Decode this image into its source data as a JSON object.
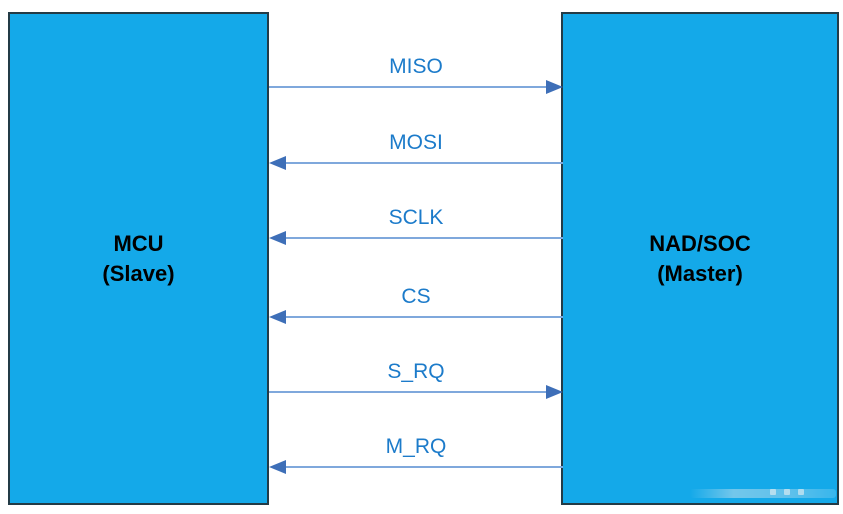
{
  "diagram": {
    "left_block": {
      "title": "MCU",
      "subtitle": "(Slave)"
    },
    "right_block": {
      "title": "NAD/SOC",
      "subtitle": "(Master)"
    },
    "signals": [
      {
        "label": "MISO",
        "direction": "slave-to-master"
      },
      {
        "label": "MOSI",
        "direction": "master-to-slave"
      },
      {
        "label": "SCLK",
        "direction": "master-to-slave"
      },
      {
        "label": "CS",
        "direction": "master-to-slave"
      },
      {
        "label": "S_RQ",
        "direction": "slave-to-master"
      },
      {
        "label": "M_RQ",
        "direction": "master-to-slave"
      }
    ],
    "colors": {
      "block_fill": "#14a9e9",
      "block_border": "#233b46",
      "block_text": "#000000",
      "arrow_shaft": "#7fa8dc",
      "arrow_head": "#3e6fb8",
      "signal_label": "#1c7bca",
      "background": "#ffffff"
    }
  }
}
